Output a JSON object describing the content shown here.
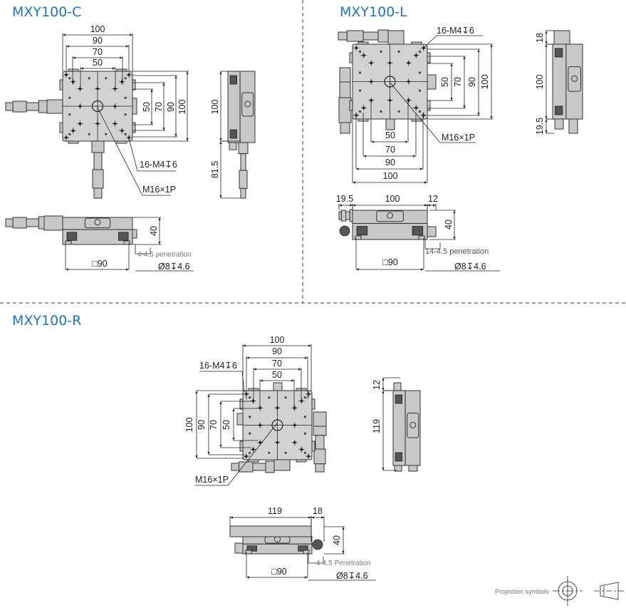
{
  "projection_label": "Projection symbols",
  "sections": {
    "c": {
      "title": "MXY100-C",
      "top_dims": [
        "100",
        "90",
        "70",
        "50"
      ],
      "right_dims": [
        "50",
        "70",
        "90",
        "100"
      ],
      "thread_holes": "16-M4↧6",
      "center_thread": "M16×1P",
      "side_dims": [
        "100",
        "81.5"
      ],
      "front_height": "40",
      "base_square": "□90",
      "penetration": "4-4.5 penetration",
      "counterbore": "Ø8↧4.6"
    },
    "l": {
      "title": "MXY100-L",
      "bottom_dims": [
        "50",
        "70",
        "90",
        "100"
      ],
      "right_dims": [
        "50",
        "70",
        "90",
        "100"
      ],
      "thread_holes": "16-M4↧6",
      "center_thread": "M16×1P",
      "side_dims": [
        "18",
        "100",
        "19.5"
      ],
      "front_widths": [
        "19.5",
        "100",
        "12"
      ],
      "front_height": "40",
      "base_square": "□90",
      "penetration": "14-4.5 penetration",
      "counterbore": "Ø8↧4.6"
    },
    "r": {
      "title": "MXY100-R",
      "top_dims": [
        "100",
        "90",
        "70",
        "50"
      ],
      "left_dims": [
        "100",
        "90",
        "70",
        "50"
      ],
      "thread_holes": "16-M4↧6",
      "center_thread": "M16×1P",
      "side_dims": [
        "12",
        "119"
      ],
      "front_widths": [
        "119",
        "18"
      ],
      "front_height": "40",
      "base_square": "□90",
      "penetration": "4-4.5 Penetration",
      "counterbore": "Ø8↧4.6"
    }
  }
}
